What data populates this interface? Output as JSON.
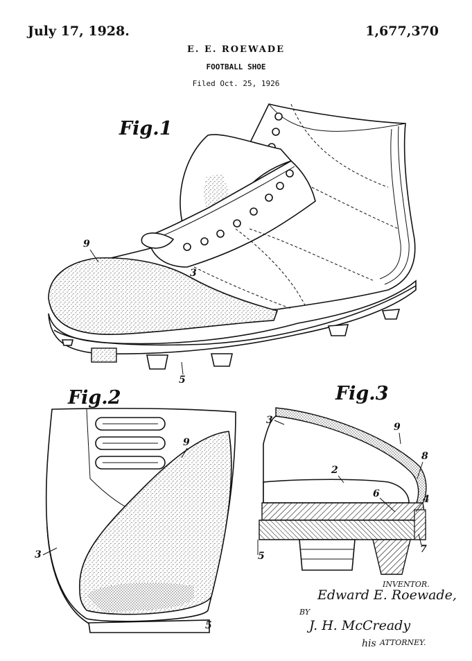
{
  "header": {
    "date": "July 17, 1928.",
    "patent_number": "1,677,370",
    "inventor": "E. E. ROEWADE",
    "title": "FOOTBALL SHOE",
    "filed": "Filed Oct. 25, 1926"
  },
  "figures": {
    "fig1": {
      "label": "Fig.1",
      "refs": [
        "9",
        "3",
        "5"
      ]
    },
    "fig2": {
      "label": "Fig.2",
      "refs": [
        "9",
        "3",
        "5"
      ]
    },
    "fig3": {
      "label": "Fig.3",
      "refs": [
        "3",
        "9",
        "8",
        "2",
        "6",
        "4",
        "5",
        "7"
      ]
    }
  },
  "signature_block": {
    "inventor_label": "INVENTOR.",
    "inventor_signature": "Edward E. Roewade,",
    "by_label": "BY",
    "attorney_signature": "J. H. McCready",
    "his_label": "his",
    "attorney_label": "ATTORNEY."
  }
}
